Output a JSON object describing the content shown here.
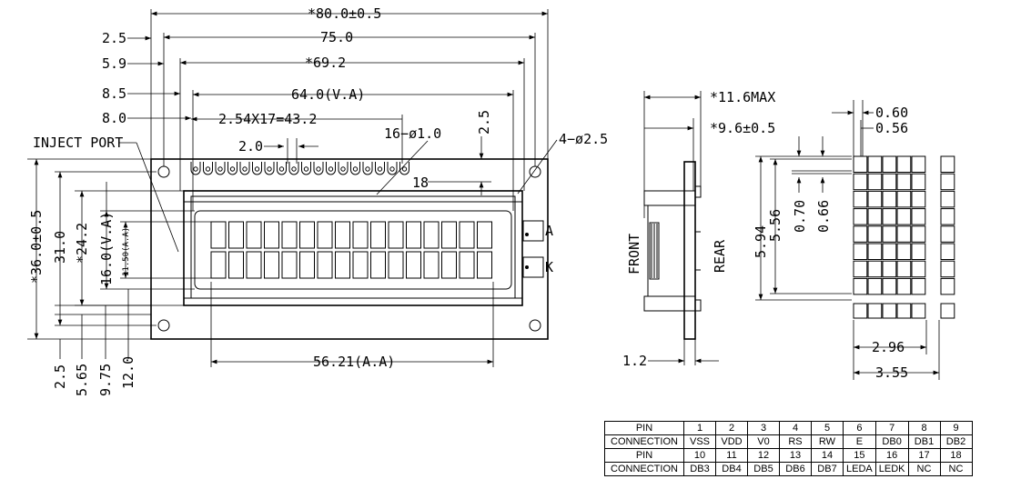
{
  "dimensions": {
    "overall_width": "*80.0±0.5",
    "pcb_hole_spacing": "75.0",
    "bezel_width": "*69.2",
    "view_area_width": "64.0(V.A)",
    "left_2_5": "2.5",
    "left_5_9": "5.9",
    "left_8_5": "8.5",
    "left_8_0": "8.0",
    "pin_span": "2.54X17=43.2",
    "pin_pitch": "2.0",
    "pin_holes": "16−ø1.0",
    "pin_18": "18",
    "top_2_5": "2.5",
    "mount_holes": "4−ø2.5",
    "inject_port": "INJECT PORT",
    "overall_height": "*36.0±0.5",
    "height_31": "31.0",
    "bezel_height": "*24.2",
    "view_area_height": "16.0(V.A)",
    "active_area_height": "11.50(A.A)",
    "active_area_width": "56.21(A.A)",
    "bottom_2_5": "2.5",
    "bottom_5_65": "5.65",
    "bottom_9_75": "9.75",
    "bottom_12_0": "12.0",
    "anode": "A",
    "cathode": "K",
    "max_thickness": "*11.6MAX",
    "body_thickness": "*9.6±0.5",
    "front": "FRONT",
    "rear": "REAR",
    "pcb_thickness": "1.2",
    "dot_pitch_h": "0.60",
    "dot_size_h": "0.56",
    "char_height": "5.94",
    "char_height_inner": "5.56",
    "dot_pitch_v": "0.70",
    "dot_size_v": "0.66",
    "char_width_inner": "2.96",
    "char_width": "3.55"
  },
  "pin_table": {
    "rows": [
      [
        "PIN",
        "1",
        "2",
        "3",
        "4",
        "5",
        "6",
        "7",
        "8",
        "9"
      ],
      [
        "CONNECTION",
        "VSS",
        "VDD",
        "V0",
        "RS",
        "RW",
        "E",
        "DB0",
        "DB1",
        "DB2"
      ],
      [
        "PIN",
        "10",
        "11",
        "12",
        "13",
        "14",
        "15",
        "16",
        "17",
        "18"
      ],
      [
        "CONNECTION",
        "DB3",
        "DB4",
        "DB5",
        "DB6",
        "DB7",
        "LEDA",
        "LEDK",
        "NC",
        "NC"
      ]
    ]
  }
}
